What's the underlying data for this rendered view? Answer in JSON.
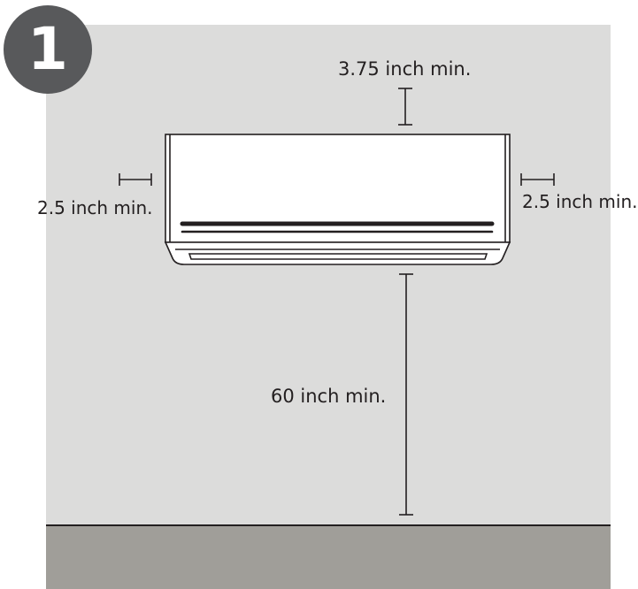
{
  "step": {
    "number": "1"
  },
  "clearances": {
    "top": "3.75 inch min.",
    "left": "2.5 inch min.",
    "right": "2.5 inch min.",
    "bottom": "60 inch min."
  },
  "colors": {
    "wall": "#dcdcdb",
    "floor": "#a09e99",
    "badge": "#58595b",
    "stroke": "#231f20",
    "unit_body": "#ffffff"
  }
}
